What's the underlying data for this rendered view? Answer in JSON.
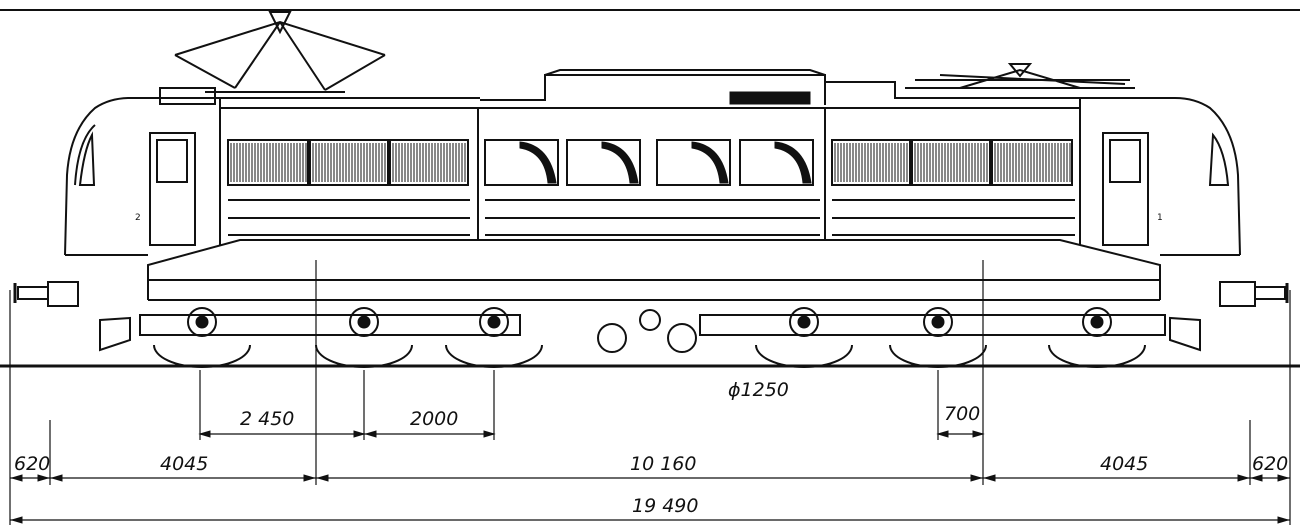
{
  "diagram": {
    "side_labels": {
      "left": "2",
      "right": "1"
    },
    "wheel_diameter": "ϕ1250",
    "dimensions": {
      "bogie_axle_spacing_1": "2 450",
      "bogie_axle_spacing_2": "2000",
      "axle_offset": "700",
      "buffer_overhang_left": "620",
      "bogie_pivot_to_end_left": "4045",
      "bogie_pivot_distance": "10 160",
      "bogie_pivot_to_end_right": "4045",
      "buffer_overhang_right": "620",
      "length_over_buffers": "19 490"
    }
  }
}
